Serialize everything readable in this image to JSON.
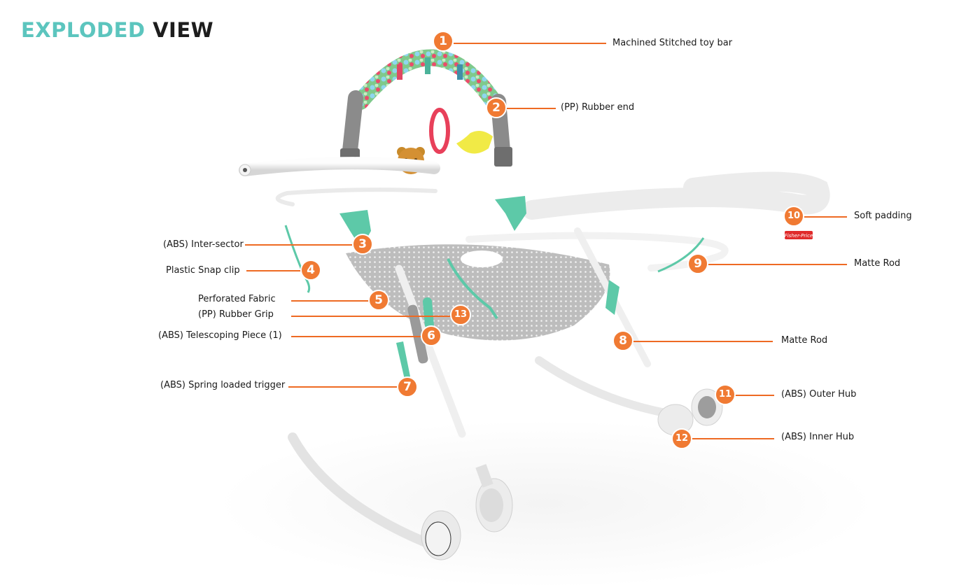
{
  "title": {
    "part1": "EXPLODED",
    "part2": "VIEW"
  },
  "colors": {
    "accent": "#5cc5be",
    "callout": "#f07a33",
    "line": "#ee6a23",
    "mint": "#5dc9a8",
    "gray_part": "#8b8b8b"
  },
  "logo_text": "Fisher-Price",
  "callouts": [
    {
      "number": "1",
      "label": "Machined Stitched toy bar"
    },
    {
      "number": "2",
      "label": "(PP) Rubber end"
    },
    {
      "number": "3",
      "label": "(ABS) Inter-sector"
    },
    {
      "number": "4",
      "label": "Plastic Snap clip"
    },
    {
      "number": "5",
      "label": "Perforated Fabric"
    },
    {
      "number": "6",
      "label": "(ABS) Telescoping Piece (1)"
    },
    {
      "number": "7",
      "label": "(ABS) Spring loaded trigger"
    },
    {
      "number": "8",
      "label": "Matte Rod"
    },
    {
      "number": "9",
      "label": "Matte Rod"
    },
    {
      "number": "10",
      "label": "Soft padding"
    },
    {
      "number": "11",
      "label": "(ABS) Outer Hub"
    },
    {
      "number": "12",
      "label": "(ABS) Inner Hub"
    },
    {
      "number": "13",
      "label": "(PP) Rubber Grip"
    }
  ]
}
